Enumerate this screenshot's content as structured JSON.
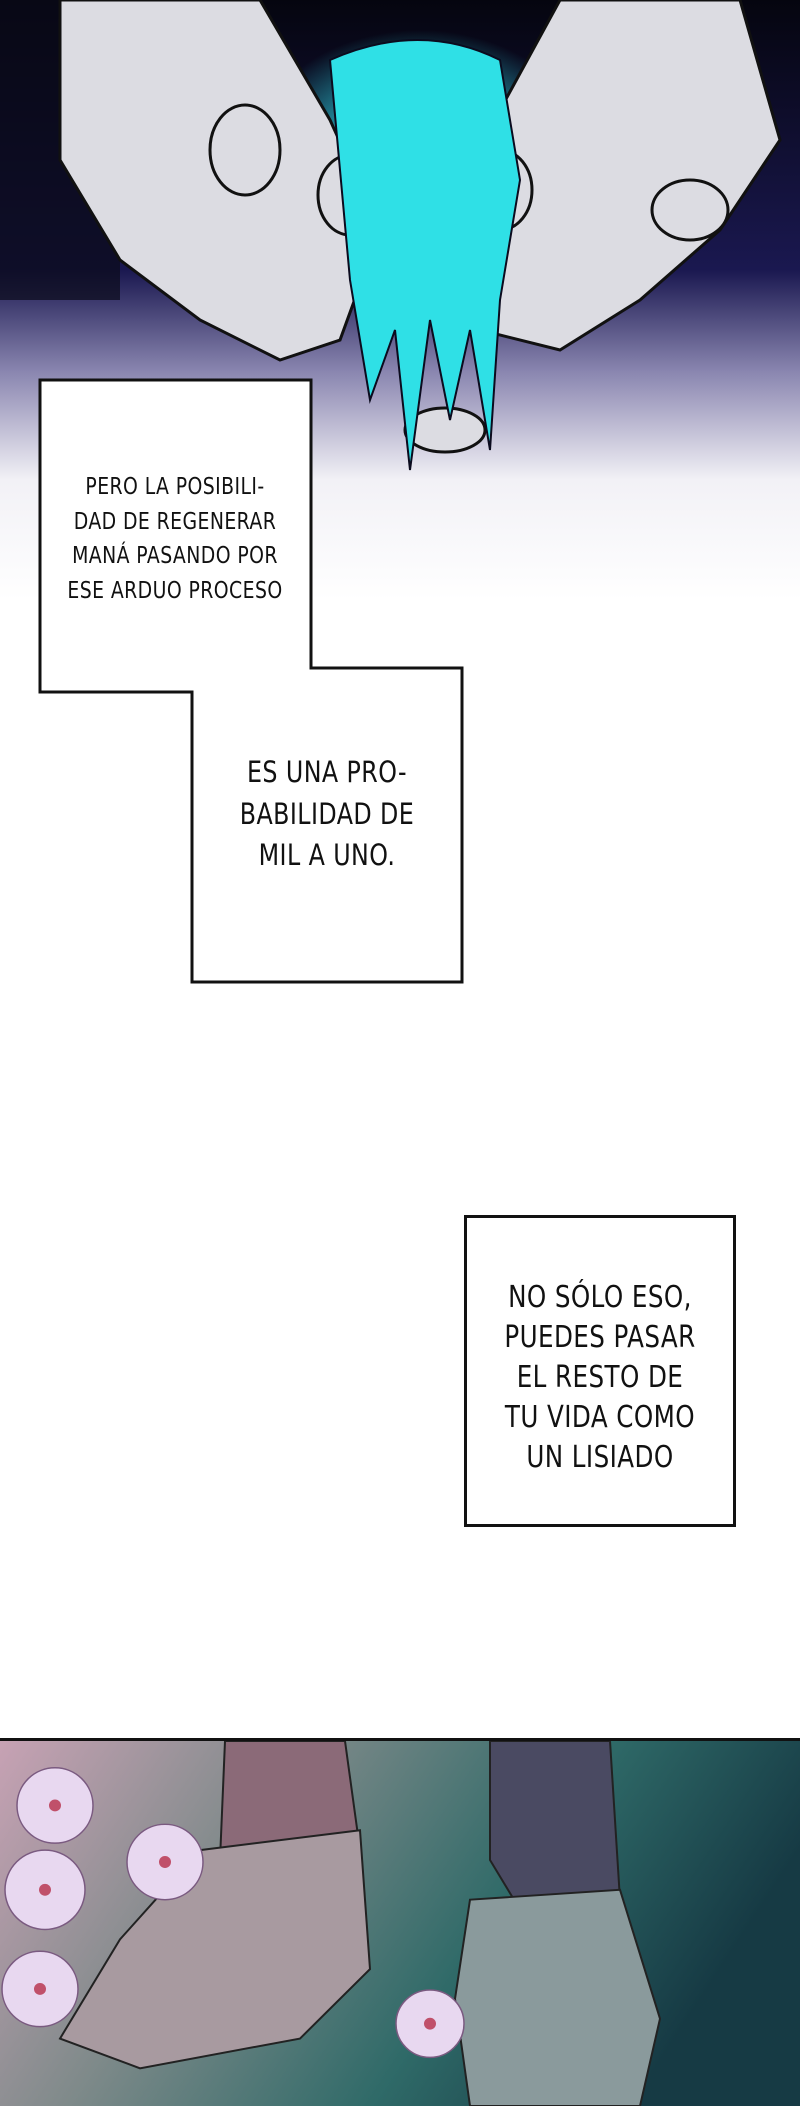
{
  "captions": {
    "box1": [
      "PERO LA POSIBILI-",
      "DAD DE REGENERAR",
      "MANÁ PASANDO POR",
      "ESE ARDUO PROCESO"
    ],
    "box2": [
      "ES UNA PRO-",
      "BABILIDAD DE",
      "MIL A UNO."
    ],
    "box3": [
      "NO SÓLO ESO,",
      "PUEDES PASAR",
      "EL RESTO DE",
      "TU VIDA COMO",
      "UN LISIADO"
    ]
  },
  "colors": {
    "mana": "#2fe0e6",
    "night": "#0b0b1e",
    "border": "#111111"
  }
}
